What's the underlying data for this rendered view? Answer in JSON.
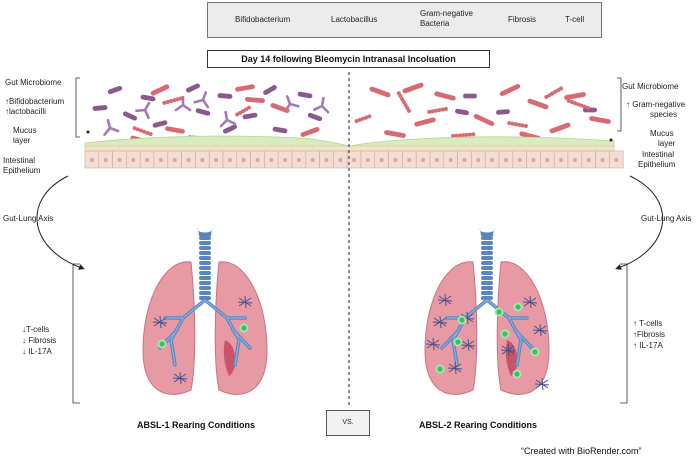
{
  "legend": {
    "items": [
      {
        "name": "Bifidobacterium",
        "icon": "bifidobacterium-icon"
      },
      {
        "name": "Lactobacillus",
        "icon": "lactobacillus-icon"
      },
      {
        "name": "Gram-negative",
        "name2": "Bacteria",
        "icon": "gram-negative-bacteria-icon"
      },
      {
        "name": "Fibrosis",
        "icon": "fibrosis-icon"
      },
      {
        "name": "T-cell",
        "icon": "t-cell-icon"
      }
    ]
  },
  "title": "Day 14 following Bleomycin Intranasal Incoluation",
  "left": {
    "gut_microbiome": "Gut Microbiome",
    "changes": [
      "↑Bifidobacterium",
      "↑lactobacilli"
    ],
    "mucus": [
      "Mucus",
      "layer"
    ],
    "epithelium": [
      "Intestinal",
      "Epithelium"
    ],
    "axis": "Gut-Lung Axis",
    "lung_changes": [
      "↓T-cells",
      "↓ Fibrosis",
      "↓ IL-17A"
    ],
    "condition": "ABSL-1 Rearing Conditions"
  },
  "right": {
    "gut_microbiome": "Gut Microbiome",
    "changes": [
      "↑ Gram-negative",
      "species"
    ],
    "mucus": [
      "Mucus",
      "layer"
    ],
    "epithelium": [
      "Intestinal",
      "Epithelium"
    ],
    "axis": "Gut-Lung Axis",
    "lung_changes": [
      "↑ T-cells",
      "↑Fibrosis",
      "↑ IL-17A"
    ],
    "condition": "ABSL-2 Rearing Conditions"
  },
  "vs": "VS.",
  "credit": "“Created with BioRender.com”",
  "colors": {
    "lactobacillus": "#8a5a8e",
    "bifidobacterium": "#a37ab8",
    "gram_negative": "#d86a72",
    "mucus": "#d9ecbf",
    "epithelium": "#f4ded4",
    "lung": "#e79aa4",
    "trachea": "#5a86c0",
    "tcell": "#3cc05a",
    "fibrosis": "#4a4f8a"
  }
}
